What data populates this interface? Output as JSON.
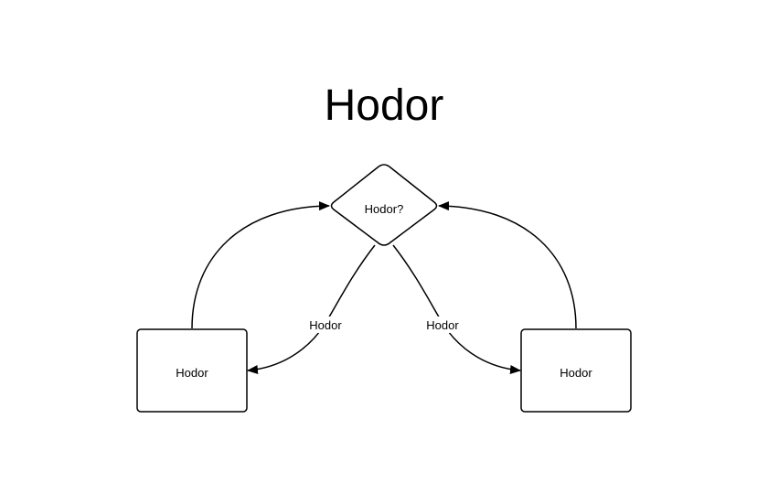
{
  "diagram": {
    "title": "Hodor",
    "decision": {
      "label": "Hodor?"
    },
    "left_box": {
      "label": "Hodor"
    },
    "right_box": {
      "label": "Hodor"
    },
    "edges": {
      "decision_to_left": {
        "label": "Hodor"
      },
      "decision_to_right": {
        "label": "Hodor"
      }
    },
    "colors": {
      "stroke": "#000000",
      "fill": "#ffffff",
      "background": "#ffffff"
    }
  }
}
